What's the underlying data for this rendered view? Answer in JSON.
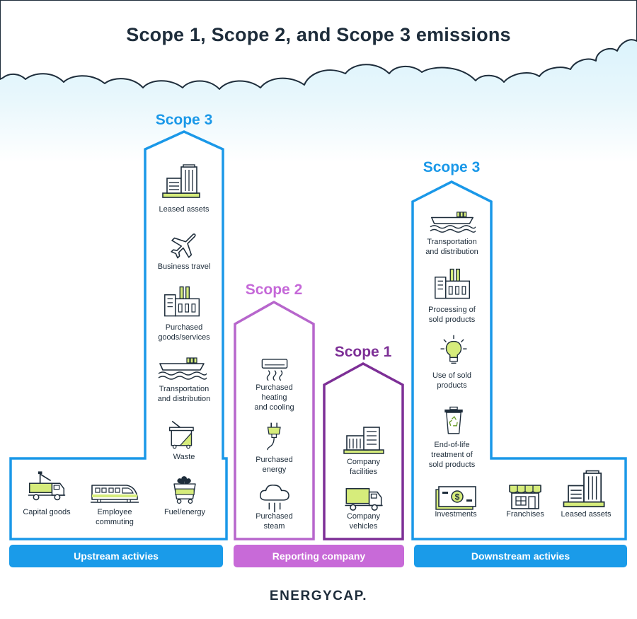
{
  "title": "Scope 1, Scope 2, and Scope 3 emissions",
  "scopes": {
    "upstream": "Scope 3",
    "scope2": "Scope 2",
    "scope1": "Scope 1",
    "downstream": "Scope 3"
  },
  "upstream": {
    "tower_items": [
      {
        "label": "Leased assets",
        "icon": "office-building-icon"
      },
      {
        "label": "Business travel",
        "icon": "airplane-icon"
      },
      {
        "label": "Purchased\ngoods/services",
        "icon": "factory-icon"
      },
      {
        "label": "Transportation\nand distribution",
        "icon": "cargo-ship-icon"
      },
      {
        "label": "Waste",
        "icon": "waste-bin-icon"
      }
    ],
    "base_items": [
      {
        "label": "Capital goods",
        "icon": "truck-crane-icon"
      },
      {
        "label": "Employee\ncommuting",
        "icon": "train-icon"
      },
      {
        "label": "Fuel/energy",
        "icon": "coal-cart-icon"
      }
    ]
  },
  "scope2_items": [
    {
      "label": "Purchased\nheating\nand cooling",
      "icon": "air-conditioner-icon"
    },
    {
      "label": "Purchased\nenergy",
      "icon": "power-plug-icon"
    },
    {
      "label": "Purchased\nsteam",
      "icon": "steam-cloud-icon"
    }
  ],
  "scope1_items": [
    {
      "label": "Company\nfacilities",
      "icon": "company-building-icon"
    },
    {
      "label": "Company\nvehicles",
      "icon": "delivery-truck-icon"
    }
  ],
  "downstream": {
    "tower_items": [
      {
        "label": "Transportation\nand distribution",
        "icon": "cargo-ship-icon"
      },
      {
        "label": "Processing of\nsold products",
        "icon": "factory-icon"
      },
      {
        "label": "Use of sold\nproducts",
        "icon": "light-bulb-icon"
      },
      {
        "label": "End-of-life\ntreatment of\nsold products",
        "icon": "recycle-bin-icon"
      }
    ],
    "base_items": [
      {
        "label": "Investments",
        "icon": "money-icon"
      },
      {
        "label": "Franchises",
        "icon": "storefront-icon"
      },
      {
        "label": "Leased assets",
        "icon": "office-building-icon"
      }
    ]
  },
  "bars": {
    "upstream": "Upstream activies",
    "reporting": "Reporting company",
    "downstream": "Downstream activies"
  },
  "logo": "ENERGYCAP.",
  "colors": {
    "scope3": "#1a98e8",
    "scope2": "#c568d8",
    "scope1": "#7d2f96",
    "icon_stroke": "#1e2d3b",
    "icon_accent": "#d6ec7b",
    "sky": "#d3f0fb"
  }
}
